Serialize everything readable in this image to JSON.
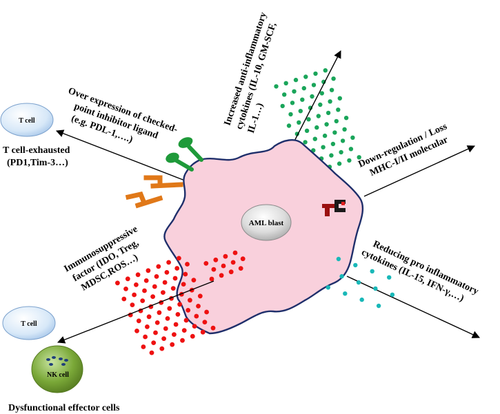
{
  "blast": {
    "label": "AML blast"
  },
  "cells": {
    "t_cell_top": "T cell",
    "t_cell_bottom": "T cell",
    "nk_cell": "NK cell"
  },
  "labels": {
    "t_exhausted_1": "T cell-exhausted",
    "t_exhausted_2": "(PD1,Tim-3…)",
    "checkpoint_1": "Over expression of checked-",
    "checkpoint_2": "point inhibitor ligand",
    "checkpoint_3": "(e.g. PDL-1,….)",
    "anti_1": "Increased anti-inflammatory",
    "anti_2": "cytokines (IL-10, GM-SCF,",
    "anti_3": "IL-1…)",
    "mhc_1": "Down-regulation / Loss",
    "mhc_2": "MHC-I/II molecular",
    "pro_1": "Reducing pro inflammatory",
    "pro_2": "cytokines (IL-15, IFN-γ,…)",
    "immuno_1": "Immunosuppressive",
    "immuno_2": "factor (IDO, Treg,",
    "immuno_3": "MDSC,ROS…)",
    "dysfunctional": "Dysfunctional effector cells"
  },
  "colors": {
    "cell_fill": "#f9d0dc",
    "cell_stroke": "#1f2f6b",
    "green_dots": "#1aa55a",
    "red_dots": "#ee1111",
    "cyan_dots": "#19b8b8",
    "green_ligand": "#1f9a3a",
    "orange_ligand": "#e07818",
    "mhc_dark_red": "#9a1010",
    "t_cell_fill": "#d7e8f8",
    "nk_cell_fill": "#7aa838"
  }
}
